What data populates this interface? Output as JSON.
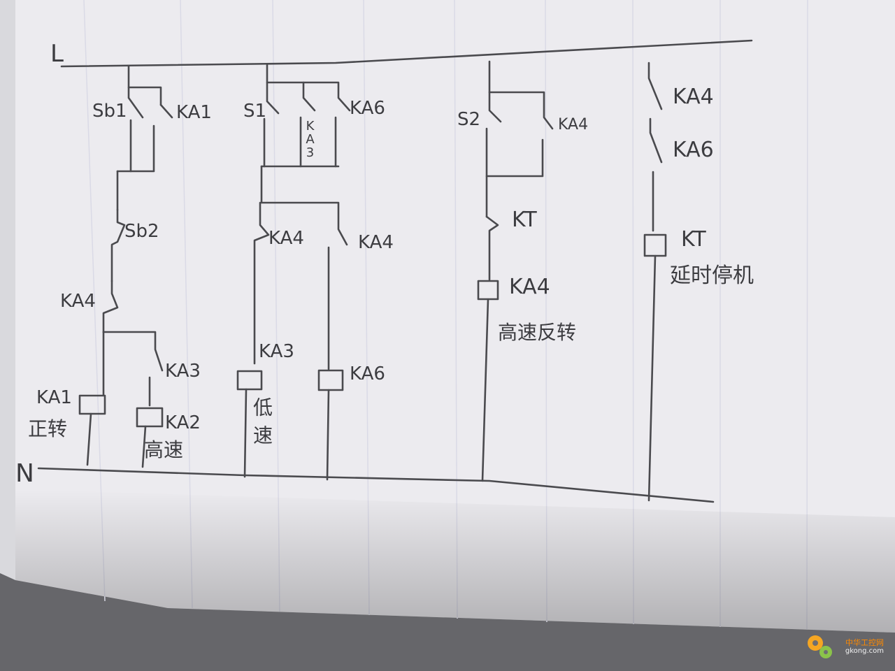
{
  "rails": {
    "line": "L",
    "neutral": "N"
  },
  "rung1": {
    "start_pb": "Sb1",
    "hold_contact": "KA1",
    "stop_pb": "Sb2",
    "interlock": "KA4",
    "branch_contact": "KA3",
    "coil_fwd": "KA1",
    "coil_fwd_note": "正转",
    "coil_high": "KA2",
    "coil_high_note": "高速"
  },
  "rung2": {
    "start_switch": "S1",
    "contact_ka6": "KA6",
    "contact_ka3_vertical": "KA3",
    "contact_ka4_left": "KA4",
    "contact_ka4_right": "KA4",
    "coil_low": "KA3",
    "coil_low_note": "低速",
    "coil_ka6": "KA6"
  },
  "rung3": {
    "start_switch": "S2",
    "hold_contact": "KA4",
    "timer_contact": "KT",
    "coil": "KA4",
    "coil_note": "高速反转"
  },
  "rung4": {
    "contact_ka4": "KA4",
    "contact_ka6": "KA6",
    "timer_coil": "KT",
    "timer_note": "延时停机"
  },
  "watermark": {
    "name": "中华工控网",
    "site": "gkong.com"
  },
  "colors": {
    "paper": "#ecebef",
    "ink": "#3c3c40",
    "shadow": "#6e6e72",
    "watermark": "#ff8a00"
  }
}
